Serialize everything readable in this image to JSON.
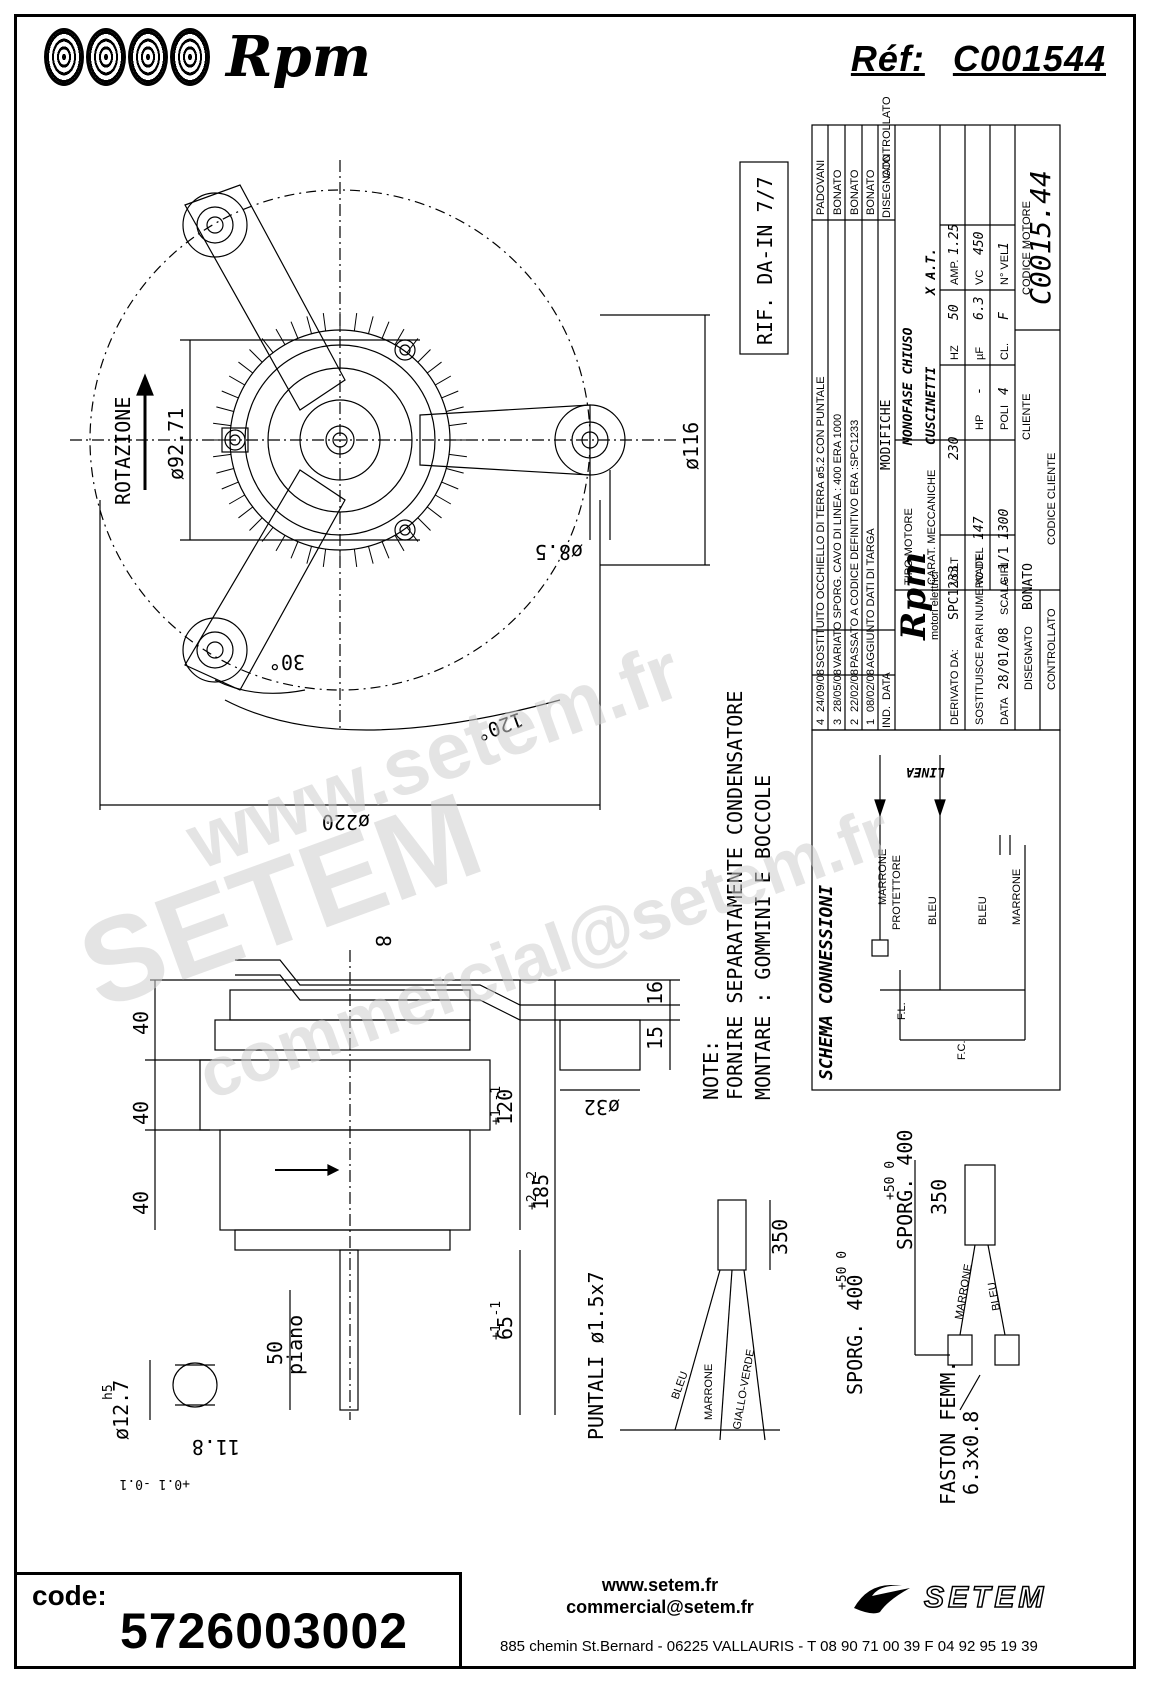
{
  "header": {
    "brand": "Rpm",
    "ref_label": "Réf:",
    "ref_value": "C001544"
  },
  "drawing": {
    "rif_label": "RIF. DA-IN 7/7",
    "rotation_label": "ROTAZIONE",
    "dims_top": {
      "d92": "ø92.71",
      "d116": "ø116",
      "d8_5": "ø8.5",
      "angle30": "30°",
      "angle120": "120°",
      "d220": "ø220"
    },
    "dims_side": {
      "d8": "8",
      "h40a": "40",
      "h40b": "40",
      "h40c": "40",
      "h120": "120",
      "tol120": "+1 -1",
      "h185": "185",
      "tol185": "+2 -2",
      "h65": "65",
      "tol65": "+1 -1",
      "d16": "16",
      "d15": "15",
      "d32": "ø32",
      "h50": "50",
      "piano": "piano",
      "d12_7": "ø12.7",
      "h5": "h5",
      "d11_8": "11.8",
      "tol11_8": "+0.1 -0.1"
    },
    "notes": {
      "title": "NOTE:",
      "line1": "FORNIRE SEPARATAMENTE CONDENSATORE",
      "line2": "MONTARE : GOMMINI E BOCCOLE"
    },
    "wires_left": {
      "puntali": "PUNTALI ø1.5x7",
      "d350": "350",
      "bleu": "BLEU",
      "marrone": "MARRONE",
      "giallo": "GIALLO-VERDE",
      "sporg": "SPORG. 400",
      "sporg_tol": "+50 0"
    },
    "wires_right": {
      "d350": "350",
      "sporg": "SPORG. 400",
      "sporg_tol": "+50 0",
      "marrone": "MARRONE",
      "bleu": "BLEU",
      "faston": "FASTON FEMM.",
      "faston_size": "6.3x0.8"
    },
    "schema": {
      "title": "SCHEMA CONNESSIONI",
      "linea": "LINEA",
      "marrone": "MARRONE",
      "protettore": "PROTETTORE",
      "bleu1": "BLEU",
      "bleu2": "BLEU",
      "marrone2": "MARRONE",
      "fl": "F.L.",
      "fc": "F.C."
    },
    "title_block": {
      "modifiche": [
        {
          "n": "4",
          "date": "24/09/08",
          "text": "SOSTITUITO OCCHIELLO DI TERRA ø5.2 CON PUNTALE",
          "by": "PADOVANI"
        },
        {
          "n": "3",
          "date": "28/05/08",
          "text": "VARIATO SPORG. CAVO DI LINEA : 400 ERA 1000",
          "by": "BONATO"
        },
        {
          "n": "2",
          "date": "22/02/08",
          "text": "PASSATO A CODICE DEFINITIVO ERA :SPC1233",
          "by": "BONATO"
        },
        {
          "n": "1",
          "date": "08/02/08",
          "text": "AGGIUNTO DATI DI TARGA",
          "by": "BONATO"
        }
      ],
      "hdr_ind": "IND.",
      "hdr_data": "DATA",
      "hdr_modifiche": "MODIFICHE",
      "hdr_disegnato": "DISEGNATO",
      "hdr_controllato": "CONTROLLATO",
      "company_sub": "motori elettrici",
      "derivato": "DERIVATO DA:",
      "derivato_val": "SPC1233",
      "sostituisce": "SOSTITUISCE PARI NUMERO DEL",
      "sostituisce_val": "-",
      "data": "DATA",
      "data_val": "28/01/08",
      "scala": "SCALA",
      "scala_val": "1/1",
      "disegnato": "DISEGNATO",
      "disegnato_val": "BONATO",
      "controllato": "CONTROLLATO",
      "tipo_motore": "TIPO MOTORE",
      "tipo_val": "MONOFASE CHIUSO",
      "carat": "CARAT. MECCANICHE",
      "carat_val": "CUSCINETTI",
      "xat": "X A.T.",
      "volt": "VOLT",
      "volt_val": "230",
      "hz": "HZ",
      "hz_val": "50",
      "amp": "AMP.",
      "amp_val": "1.25",
      "watt": "WATT",
      "watt_val": "147",
      "hp": "HP",
      "hp_val": "-",
      "uf": "µF",
      "uf_val": "6.3",
      "vc": "VC",
      "vc_val": "450",
      "giri": "GIRI",
      "giri_val": "1300",
      "poli": "POLI",
      "poli_val": "4",
      "cl": "CL.",
      "cl_val": "F",
      "nvel": "N° VEL.",
      "nvel_val": "1",
      "cliente": "CLIENTE",
      "codice_cliente": "CODICE CLIENTE",
      "codice_motore": "CODICE MOTORE",
      "codice_motore_val": "C0015.44"
    }
  },
  "watermark": {
    "line1": "www.setem.fr",
    "line2": "SETEM",
    "line3": "commercial@setem.fr"
  },
  "footer": {
    "code_label": "code:",
    "code_value": "5726003002",
    "web": "www.setem.fr",
    "email": "commercial@setem.fr",
    "address": "885 chemin St.Bernard  -  06225 VALLAURIS  -  T 08 90 71 00 39   F 04 92 95 19 39",
    "brand": "SETEM"
  }
}
